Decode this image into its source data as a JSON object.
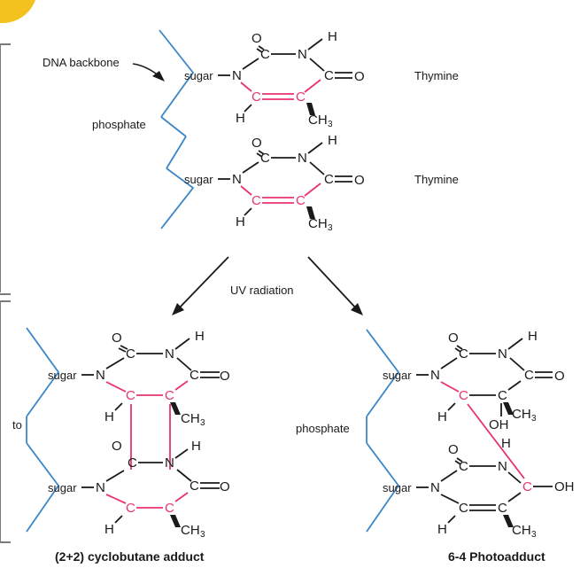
{
  "labels": {
    "dna_backbone": "DNA backbone",
    "sugar": "sugar",
    "phosphate": "phosphate",
    "thymine": "Thymine",
    "uv_radiation": "UV radiation",
    "left_caption": "(2+2) cyclobutane adduct",
    "right_caption": "6-4 Photoadduct",
    "edge_fragment": "to"
  },
  "atoms": {
    "O": "O",
    "N": "N",
    "H": "H",
    "C": "C",
    "CH": "CH",
    "three": "3",
    "eqO": "=O",
    "dbl": "C═O",
    "OH": "OH",
    "minusOH": "– OH"
  },
  "colors": {
    "backbone": "#3a86c8",
    "highlight": "#e8336f",
    "ink": "#1a1a1a"
  }
}
